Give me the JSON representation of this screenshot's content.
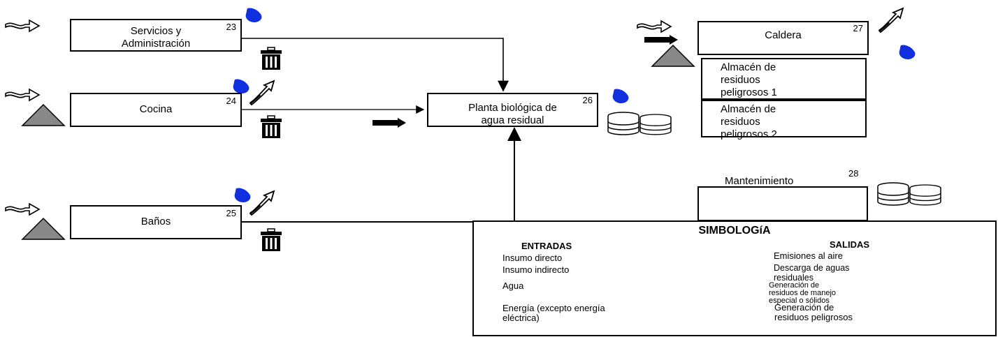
{
  "processes": {
    "servicios": {
      "label": "Servicios y\nAdministración",
      "number": "23"
    },
    "cocina": {
      "label": "Cocina",
      "number": "24"
    },
    "banos": {
      "label": "Baños",
      "number": "25"
    },
    "planta": {
      "label": "Planta biológica de\nagua residual",
      "number": "26"
    },
    "caldera": {
      "label": "Caldera",
      "number": "27"
    },
    "almacen1": {
      "label": "Almacén de\nresiduos\npeligrosos 1"
    },
    "almacen2": {
      "label": "Almacén de\nresiduos\npeligrosos 2"
    },
    "mantenimiento": {
      "label": "Mantenimiento",
      "number": "28"
    }
  },
  "legend": {
    "title": "SIMBOLOGíA",
    "inputs_header": "ENTRADAS",
    "outputs_header": "SALIDAS",
    "inputs": [
      "Insumo directo",
      "Insumo indirecto",
      "Agua",
      "Energía (excepto energía\n      eléctrica)"
    ],
    "outputs": [
      "Emisiones al aire",
      "Descarga de aguas\nresiduales",
      "Generación de\nresiduos de manejo\nespecial o sólidos",
      "Generación de\nresiduos peligrosos"
    ]
  },
  "icons": {
    "input_direct": "hollow-arrow-icon",
    "input_indirect": "solid-arrow-icon",
    "water": "water-arrow-icon",
    "energy": "triangle-icon",
    "air": "air-emission-icon",
    "wastewater": "water-drop-icon",
    "solid_waste": "trash-bin-icon",
    "hazardous_waste": "barrels-icon"
  },
  "colors": {
    "drop": "#1030e0",
    "triangle": "#888888",
    "line": "#000000"
  }
}
